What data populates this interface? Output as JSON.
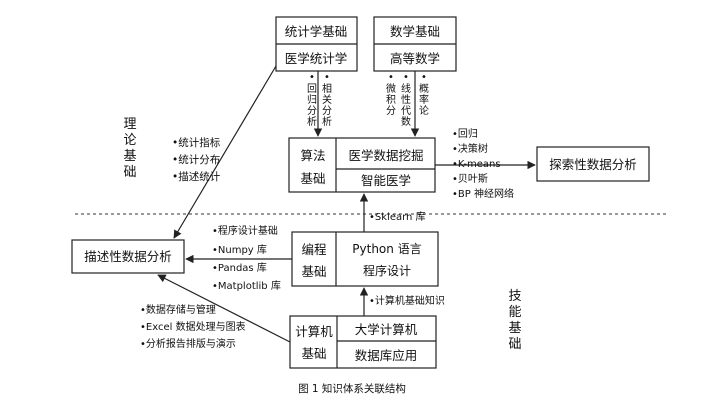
{
  "boxes": {
    "stats_top": "统计学基础",
    "stats_bottom": "医学统计学",
    "math_top": "数学基础",
    "math_bottom": "高等数学",
    "algo_left_1": "算法",
    "algo_left_2": "基础",
    "algo_right_top": "医学数据挖掘",
    "algo_right_bottom": "智能医学",
    "explore": "探索性数据分析",
    "describe": "描述性数据分析",
    "prog_left_1": "编程",
    "prog_left_2": "基础",
    "prog_right_1": "Python 语言",
    "prog_right_2": "程序设计",
    "comp_left_1": "计算机",
    "comp_left_2": "基础",
    "comp_right_top": "大学计算机",
    "comp_right_bottom": "数据库应用"
  },
  "side_labels": {
    "theory": [
      "理",
      "论",
      "基",
      "础"
    ],
    "skills": [
      "技",
      "能",
      "基",
      "础"
    ]
  },
  "vertical_lists": {
    "stats_items": [
      [
        "•",
        "回",
        "归",
        "分",
        "析"
      ],
      [
        "•",
        "相",
        "关",
        "分",
        "析"
      ]
    ],
    "math_items": [
      [
        "•",
        "微",
        "积",
        "分"
      ],
      [
        "•",
        "线",
        "性",
        "代",
        "数"
      ],
      [
        "•",
        "概",
        "率",
        "论"
      ]
    ]
  },
  "lists": {
    "theory_items": [
      "•统计指标",
      "•统计分布",
      "•描述统计"
    ],
    "mining_items": [
      "•回归",
      "•决策树",
      "•K-means",
      "•贝叶斯",
      "•BP 神经网络"
    ],
    "sklearn": "•Sklearn 库",
    "prog_items": [
      "•程序设计基础",
      "•Numpy 库",
      "•Pandas 库",
      "•Matplotlib 库"
    ],
    "comp_knowledge": "•计算机基础知识",
    "comp_items": [
      "•数据存储与管理",
      "•Excel 数据处理与图表",
      "•分析报告排版与演示"
    ]
  },
  "caption": "图 1   知识体系关联结构"
}
